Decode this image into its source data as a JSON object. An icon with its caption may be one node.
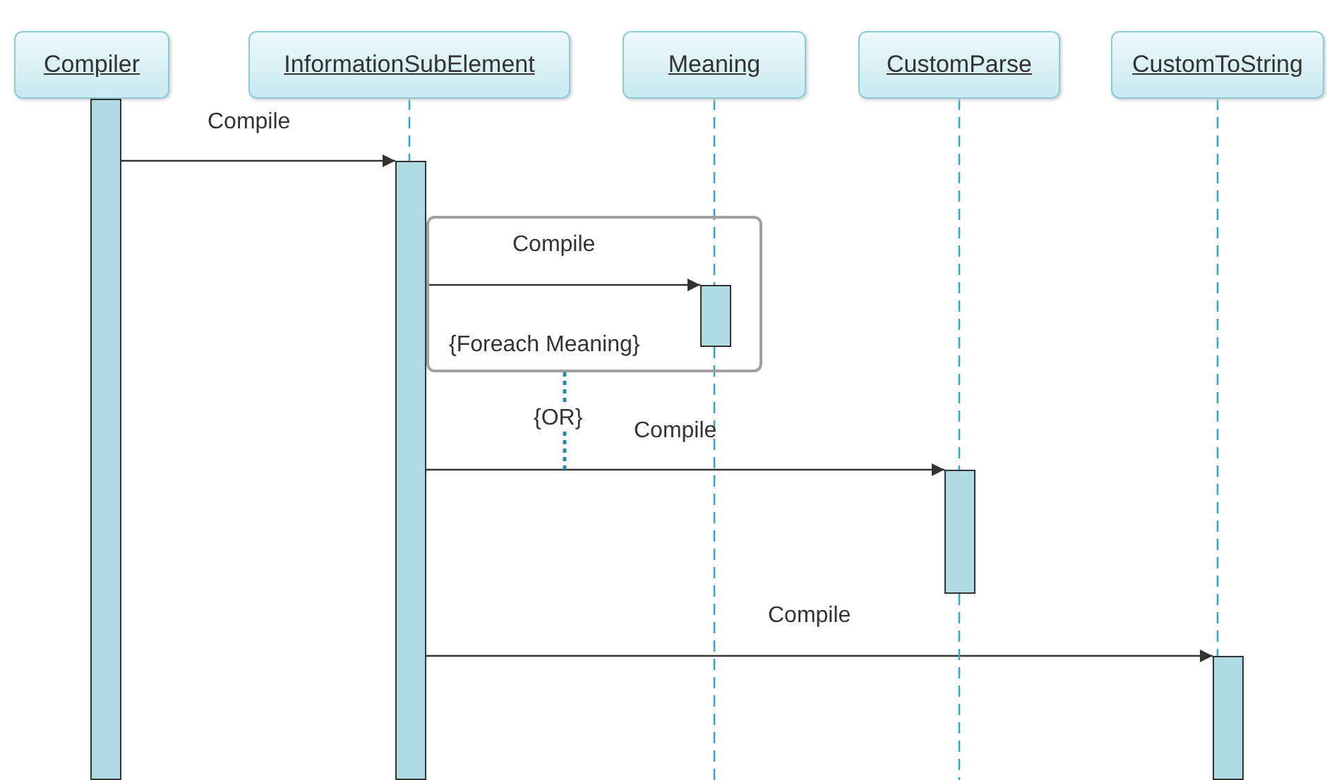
{
  "diagram": {
    "nodes": [
      {
        "text": [
          "Compiler"
        ]
      },
      {
        "text": [
          "InformationSubElement"
        ]
      },
      {
        "text": [
          "Meaning"
        ]
      },
      {
        "text": [
          "CustomParse"
        ]
      },
      {
        "text": [
          "CustomToString"
        ]
      },
      {
        "text": [],
        "shape": "bar"
      },
      {
        "text": [],
        "shape": "bar"
      },
      {
        "text": [
          "{Foreach Meaning}"
        ]
      },
      {
        "text": [],
        "shape": "bar",
        "in": 7
      },
      {
        "text": [],
        "shape": "bar"
      },
      {
        "text": [],
        "shape": "bar"
      }
    ],
    "edges": [
      {
        "from": 5,
        "to": 6,
        "arrow": "to",
        "label": "Compile"
      },
      {
        "from": 6,
        "to": 8,
        "arrow": "to",
        "label": "Compile"
      },
      {
        "from": 6,
        "to": 9,
        "arrow": "to",
        "label": "Compile"
      },
      {
        "from": 6,
        "to": 10,
        "arrow": "to",
        "label": "Compile"
      },
      {
        "from": 1,
        "to": 6,
        "arrow": "none",
        "style": "dashed",
        "color": "#3aa7c0"
      },
      {
        "from": 2,
        "to": 8,
        "arrow": "none",
        "style": "dashed",
        "color": "#3aa7c0"
      },
      {
        "from": 3,
        "to": 9,
        "arrow": "none",
        "style": "dashed",
        "color": "#3aa7c0"
      },
      {
        "from": 4,
        "to": 10,
        "arrow": "none",
        "style": "dashed",
        "color": "#3aa7c0"
      },
      {
        "from": 7,
        "to": null,
        "arrow": "none",
        "style": "dashed",
        "color": "#2a8aa8"
      }
    ],
    "labels": [
      "{OR}"
    ]
  }
}
